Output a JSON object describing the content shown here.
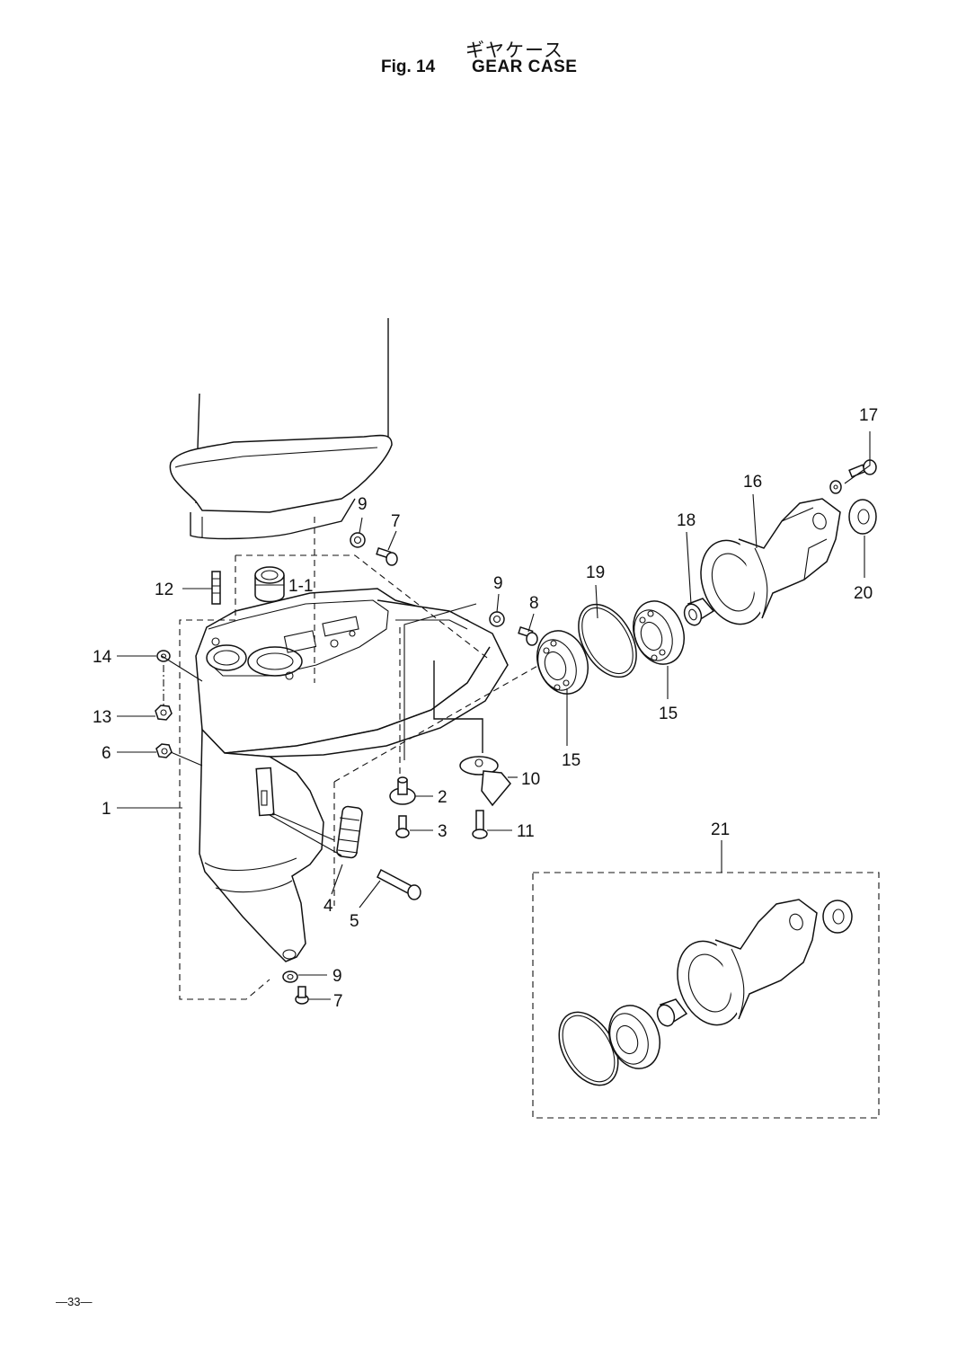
{
  "header": {
    "title_jp": "ギヤケース",
    "fig_label": "Fig. 14",
    "fig_title": "GEAR CASE"
  },
  "footer": {
    "page_number": "—33—"
  },
  "callouts": {
    "c1": "1",
    "c1_1": "1-1",
    "c2": "2",
    "c3": "3",
    "c4": "4",
    "c5": "5",
    "c6": "6",
    "c7a": "7",
    "c7b": "7",
    "c8": "8",
    "c9a": "9",
    "c9b": "9",
    "c9c": "9",
    "c10": "10",
    "c11": "11",
    "c12": "12",
    "c13": "13",
    "c14": "14",
    "c15a": "15",
    "c15b": "15",
    "c16": "16",
    "c17": "17",
    "c18": "18",
    "c19": "19",
    "c20": "20",
    "c21": "21"
  }
}
